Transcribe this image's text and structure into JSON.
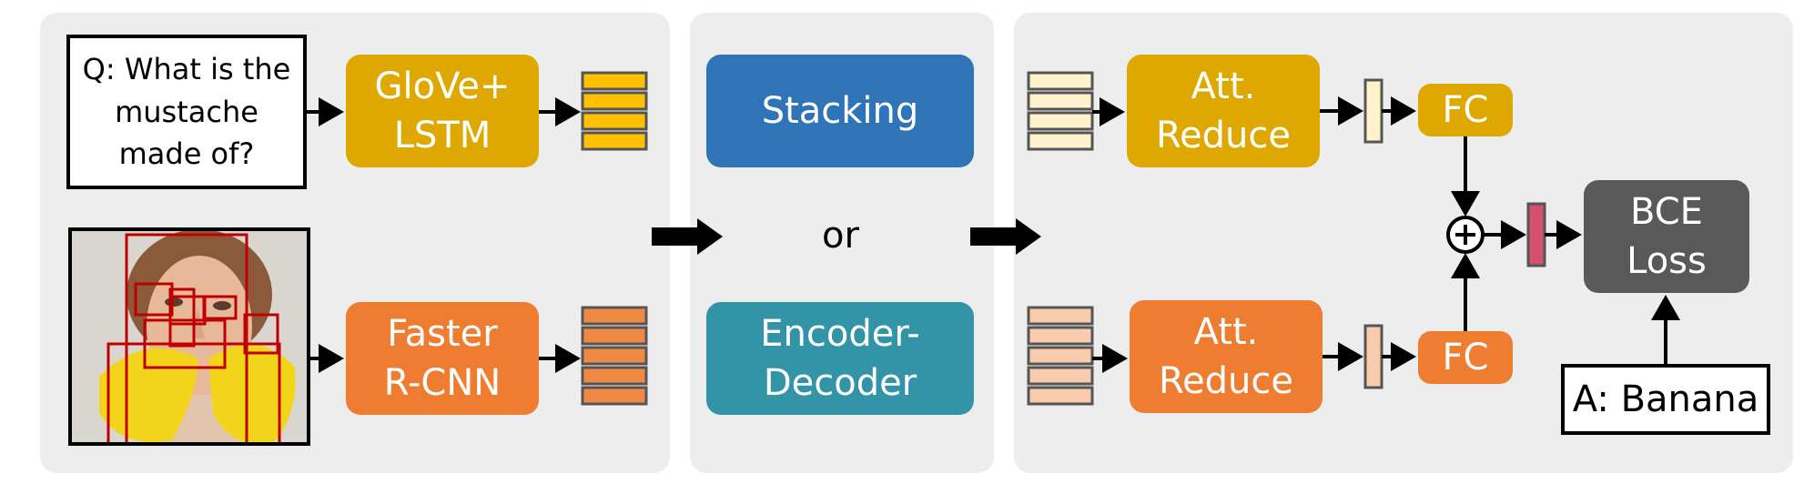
{
  "question": "Q: What is the\nmustache\nmade of?",
  "answer": "A: Banana",
  "or_label": "or",
  "blocks": {
    "glove": "GloVe+\nLSTM",
    "faster": "Faster\nR-CNN",
    "stacking": "Stacking",
    "encdec": "Encoder-\nDecoder",
    "att_top": "Att.\nReduce",
    "att_bottom": "Att.\nReduce",
    "fc_top": "FC",
    "fc_bottom": "FC",
    "bce": "BCE\nLoss"
  },
  "colors": {
    "panel": "#ededed",
    "glove": "#dfa800",
    "faster": "#ee7d32",
    "stacking": "#2e74b6",
    "encdec": "#3394a8",
    "bce": "#595959",
    "fusion_vec": "#d6516f",
    "q_feat": "#ffc000",
    "v_feat": "#ef8a45",
    "q_att_in": "#fff2cc",
    "v_att_in": "#f8cbad"
  },
  "icons": [
    "image-thumbnail",
    "plus-icon"
  ]
}
